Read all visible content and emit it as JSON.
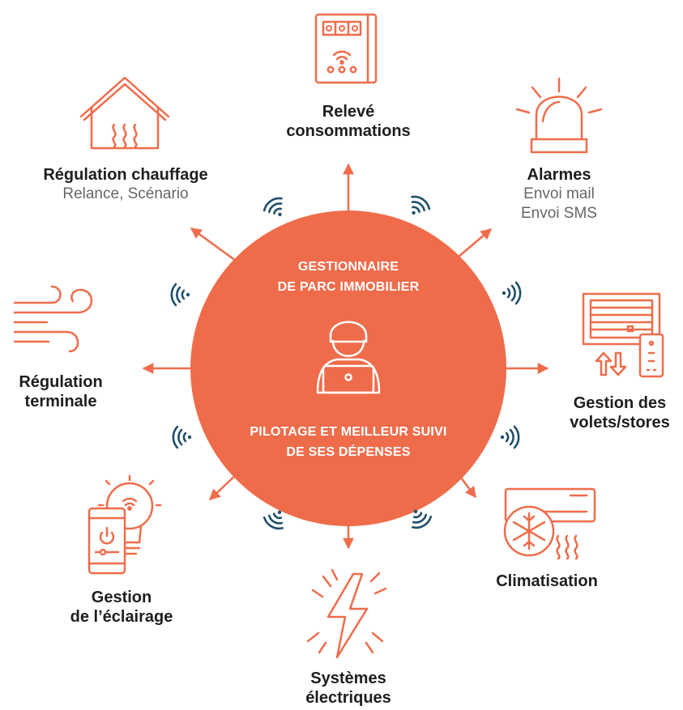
{
  "colors": {
    "accent": "#ef6c4b",
    "wifi": "#1f4f6b",
    "text": "#1e1e1e",
    "subtext": "#666666",
    "center_text": "#ffffff"
  },
  "center": {
    "top_line1": "GESTIONNAIRE",
    "top_line2": "DE PARC IMMOBILIER",
    "bottom_line1": "PILOTAGE ET MEILLEUR SUIVI",
    "bottom_line2": "DE SES DÉPENSES",
    "icon": "user-laptop-icon"
  },
  "nodes": {
    "releve": {
      "line1": "Relevé",
      "line2": "consommations",
      "icon": "meter-icon"
    },
    "alarmes": {
      "title": "Alarmes",
      "sub1": "Envoi mail",
      "sub2": "Envoi SMS",
      "icon": "siren-icon"
    },
    "volets": {
      "line1": "Gestion des",
      "line2": "volets/stores",
      "icon": "shutter-remote-icon"
    },
    "climatisation": {
      "title": "Climatisation",
      "icon": "air-conditioner-icon"
    },
    "systemes": {
      "line1": "Systèmes",
      "line2": "électriques",
      "icon": "lightning-icon"
    },
    "eclairage": {
      "line1": "Gestion",
      "line2": "de l’éclairage",
      "icon": "smart-bulb-icon"
    },
    "terminale": {
      "line1": "Régulation",
      "line2": "terminale",
      "icon": "wind-icon"
    },
    "chauffage": {
      "title": "Régulation chauffage",
      "sub": "Relance, Scénario",
      "icon": "house-heating-icon"
    }
  }
}
